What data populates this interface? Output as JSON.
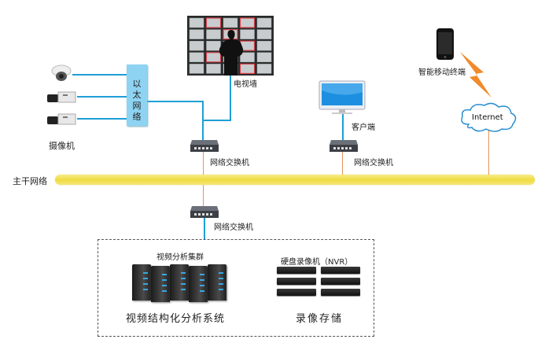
{
  "diagram": {
    "nodes": {
      "cameras": {
        "label": "摄像机",
        "count": 3
      },
      "ethernet": {
        "label_chars": [
          "以",
          "太",
          "网",
          "络"
        ]
      },
      "tv_wall": {
        "label": "电视墙"
      },
      "client": {
        "label": "客户端"
      },
      "mobile": {
        "label": "智能移动终端"
      },
      "internet": {
        "label": "Internet"
      },
      "switch_top_left": {
        "label": "网络交换机"
      },
      "switch_top_right": {
        "label": "网络交换机"
      },
      "switch_bottom": {
        "label": "网络交换机"
      },
      "backbone": {
        "label": "主干网络"
      },
      "cluster": {
        "title": "视频分析集群",
        "caption": "视频结构化分析系统",
        "server_count": 5
      },
      "nvr": {
        "title": "硬盘录像机（NVR）",
        "caption": "录像存储",
        "unit_count": 6
      }
    },
    "colors": {
      "lan_wire": "#1e9fd6",
      "uplink_wire": "#e8935a",
      "backbone": "#f2e05a",
      "ethernet_box": "#8fd3f2",
      "lightning": "#f08a2a",
      "cloud_stroke": "#2a8fcf"
    }
  }
}
